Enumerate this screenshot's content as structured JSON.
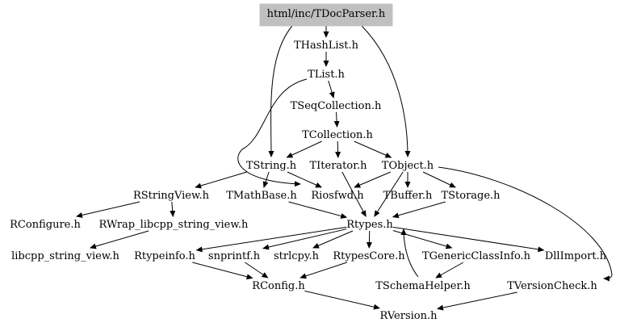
{
  "diagram": {
    "root": "html/inc/TDocParser.h",
    "nodes": [
      {
        "id": "root",
        "label": "html/inc/TDocParser.h"
      },
      {
        "id": "thashlist",
        "label": "THashList.h"
      },
      {
        "id": "tlist",
        "label": "TList.h"
      },
      {
        "id": "tseqcollection",
        "label": "TSeqCollection.h"
      },
      {
        "id": "tcollection",
        "label": "TCollection.h"
      },
      {
        "id": "tstring",
        "label": "TString.h"
      },
      {
        "id": "titerator",
        "label": "TIterator.h"
      },
      {
        "id": "tobject",
        "label": "TObject.h"
      },
      {
        "id": "rstringview",
        "label": "RStringView.h"
      },
      {
        "id": "tmathbase",
        "label": "TMathBase.h"
      },
      {
        "id": "riosfwd",
        "label": "Riosfwd.h"
      },
      {
        "id": "tbuffer",
        "label": "TBuffer.h"
      },
      {
        "id": "tstorage",
        "label": "TStorage.h"
      },
      {
        "id": "rconfigure",
        "label": "RConfigure.h"
      },
      {
        "id": "rwrap",
        "label": "RWrap_libcpp_string_view.h"
      },
      {
        "id": "rtypes",
        "label": "Rtypes.h"
      },
      {
        "id": "libcpp",
        "label": "libcpp_string_view.h"
      },
      {
        "id": "rtypeinfo",
        "label": "Rtypeinfo.h"
      },
      {
        "id": "snprintf",
        "label": "snprintf.h"
      },
      {
        "id": "strlcpy",
        "label": "strlcpy.h"
      },
      {
        "id": "rtypescore",
        "label": "RtypesCore.h"
      },
      {
        "id": "tgeneric",
        "label": "TGenericClassInfo.h"
      },
      {
        "id": "dllimport",
        "label": "DllImport.h"
      },
      {
        "id": "rconfig",
        "label": "RConfig.h"
      },
      {
        "id": "tschema",
        "label": "TSchemaHelper.h"
      },
      {
        "id": "tversioncheck",
        "label": "TVersionCheck.h"
      },
      {
        "id": "rversion",
        "label": "RVersion.h"
      }
    ],
    "edges": [
      {
        "from": "root",
        "to": "thashlist"
      },
      {
        "from": "root",
        "to": "tstring"
      },
      {
        "from": "root",
        "to": "tobject"
      },
      {
        "from": "thashlist",
        "to": "tlist"
      },
      {
        "from": "tlist",
        "to": "tseqcollection"
      },
      {
        "from": "tlist",
        "to": "riosfwd"
      },
      {
        "from": "tseqcollection",
        "to": "tcollection"
      },
      {
        "from": "tcollection",
        "to": "tstring"
      },
      {
        "from": "tcollection",
        "to": "titerator"
      },
      {
        "from": "tcollection",
        "to": "tobject"
      },
      {
        "from": "tstring",
        "to": "rstringview"
      },
      {
        "from": "tstring",
        "to": "tmathbase"
      },
      {
        "from": "tstring",
        "to": "riosfwd"
      },
      {
        "from": "titerator",
        "to": "rtypes"
      },
      {
        "from": "tobject",
        "to": "riosfwd"
      },
      {
        "from": "tobject",
        "to": "tbuffer"
      },
      {
        "from": "tobject",
        "to": "tstorage"
      },
      {
        "from": "tobject",
        "to": "rtypes"
      },
      {
        "from": "tobject",
        "to": "tversioncheck"
      },
      {
        "from": "rstringview",
        "to": "rconfigure"
      },
      {
        "from": "rstringview",
        "to": "rwrap"
      },
      {
        "from": "rwrap",
        "to": "libcpp"
      },
      {
        "from": "tmathbase",
        "to": "rtypes"
      },
      {
        "from": "tstorage",
        "to": "rtypes"
      },
      {
        "from": "rtypes",
        "to": "rtypeinfo"
      },
      {
        "from": "rtypes",
        "to": "snprintf"
      },
      {
        "from": "rtypes",
        "to": "strlcpy"
      },
      {
        "from": "rtypes",
        "to": "rtypescore"
      },
      {
        "from": "rtypes",
        "to": "tgeneric"
      },
      {
        "from": "rtypes",
        "to": "dllimport"
      },
      {
        "from": "rtypeinfo",
        "to": "rconfig"
      },
      {
        "from": "snprintf",
        "to": "rconfig"
      },
      {
        "from": "rtypescore",
        "to": "rconfig"
      },
      {
        "from": "tgeneric",
        "to": "tschema"
      },
      {
        "from": "tschema",
        "to": "rtypes"
      },
      {
        "from": "rconfig",
        "to": "rversion"
      },
      {
        "from": "tversioncheck",
        "to": "rversion"
      }
    ]
  },
  "colors": {
    "root_fill": "#c0c0c0",
    "edge": "#000000",
    "text": "#000000"
  }
}
